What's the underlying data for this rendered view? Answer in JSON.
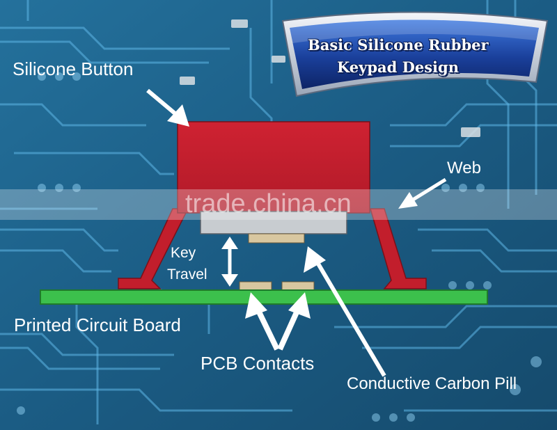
{
  "banner": {
    "line1": "Basic Silicone Rubber",
    "line2": "Keypad Design"
  },
  "labels": {
    "silicone_button": "Silicone Button",
    "web": "Web",
    "key": "Key",
    "travel": "Travel",
    "pcb_board": "Printed Circuit Board",
    "pcb_contacts": "PCB Contacts",
    "carbon_pill": "Conductive Carbon Pill"
  },
  "watermark": "trade.china.cn",
  "colors": {
    "background": "#1d5f86",
    "trace": "#5fb6e6",
    "button_red": "#c21e2c",
    "board_green": "#3cc04c",
    "plate_gray": "#c8ccd0",
    "contact_tan": "#d8c7a0",
    "banner_blue": "#1a3f9a"
  }
}
